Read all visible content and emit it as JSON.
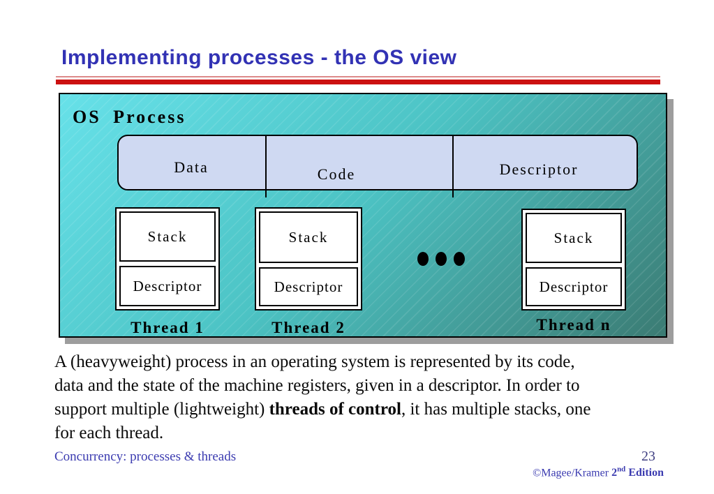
{
  "slide": {
    "title": "Implementing processes - the OS view",
    "colors": {
      "title_blue": "#3232b4",
      "rule_red": "#cc1111",
      "rule_red_light": "#dc8a8a",
      "panel_teal_light": "#67e1e9",
      "panel_teal_dark": "#3b7b73",
      "segment_fill_lavender": "#cfd9f2",
      "panel_shadow_gray": "#9d9d9d",
      "footer_blue": "#3b3bb0"
    }
  },
  "diagram": {
    "process_label": "OS Process",
    "segments": [
      {
        "label": "Data"
      },
      {
        "label": "Code"
      },
      {
        "label": "Descriptor"
      }
    ],
    "threads": [
      {
        "stack": "Stack",
        "descriptor": "Descriptor",
        "name": "Thread 1"
      },
      {
        "stack": "Stack",
        "descriptor": "Descriptor",
        "name": "Thread 2"
      },
      {
        "stack": "Stack",
        "descriptor": "Descriptor",
        "name": "Thread n"
      }
    ],
    "ellipsis_dots": "3"
  },
  "body": {
    "lines": [
      {
        "pre": "A (heavyweight) process in an operating system is represented by its code,"
      },
      {
        "pre": "data and the state of the machine registers, given in a descriptor. In order to"
      },
      {
        "pre": "support multiple (lightweight) ",
        "bold": "threads of control",
        "post": ", it has multiple stacks, one"
      },
      {
        "pre": "for each thread."
      }
    ]
  },
  "footer": {
    "course": "Concurrency: processes & threads",
    "page_number": "23",
    "credit_prefix": "©Magee/Kramer ",
    "credit_bold_num": "2",
    "credit_bold_sup": "nd",
    "credit_bold_rest": " Edition"
  }
}
